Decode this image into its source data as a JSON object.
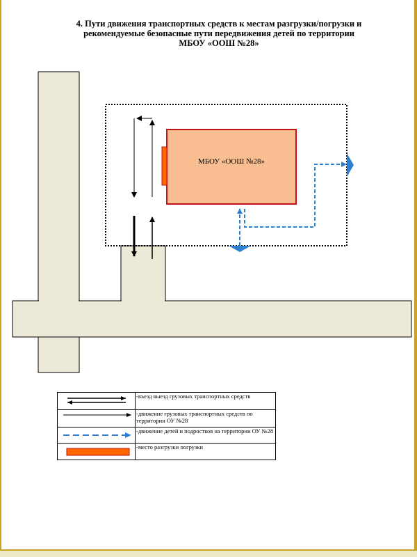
{
  "title": {
    "line1": "4. Пути движения транспортных средств  к местам разгрузки/погрузки и",
    "line2": "рекомендуемые безопасные  пути передвижения  детей по территории",
    "line3": "МБОУ «ООШ  №28»"
  },
  "school": {
    "label": "МБОУ «ООШ №28»"
  },
  "legend": [
    {
      "symbol": "double-arrow",
      "text": "-въезд выезд грузовых транспортных средств"
    },
    {
      "symbol": "single-arrow",
      "text": "-движение грузовых транспортных средств по территории ОУ №28"
    },
    {
      "symbol": "dashed-blue-arrow",
      "text": "-движение детей и подростков на территории ОУ №28"
    },
    {
      "symbol": "orange-bar",
      "text": "-место разгрузки погрузки"
    }
  ],
  "colors": {
    "road": "#ece9d8",
    "school_fill": "#f8bd91",
    "school_border": "#c0141a",
    "loading_zone": "#ff6600",
    "children_path": "#2d7fd2",
    "frame": "#c9a227"
  }
}
